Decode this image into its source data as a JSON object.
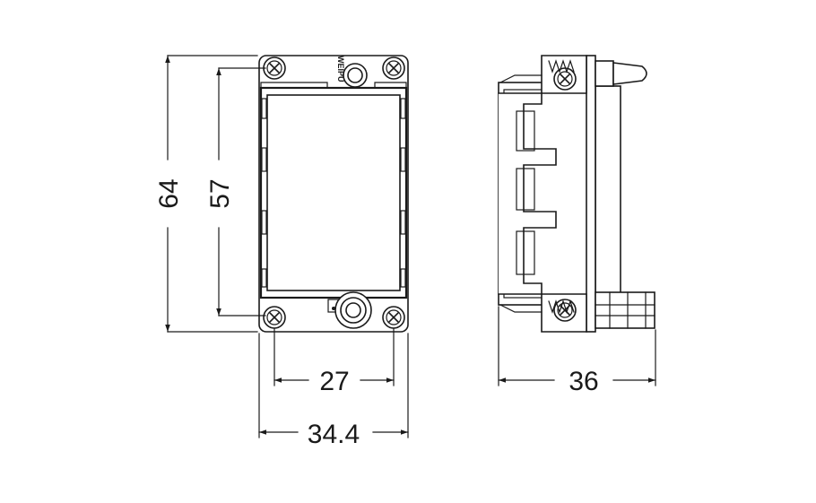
{
  "dimensions": {
    "overall_height": "64",
    "inner_height": "57",
    "screw_spacing": "27",
    "overall_width": "34.4",
    "side_depth": "36"
  },
  "brand_mark": "WEIPU",
  "colors": {
    "line": "#1a1a1a",
    "background": "#ffffff"
  }
}
